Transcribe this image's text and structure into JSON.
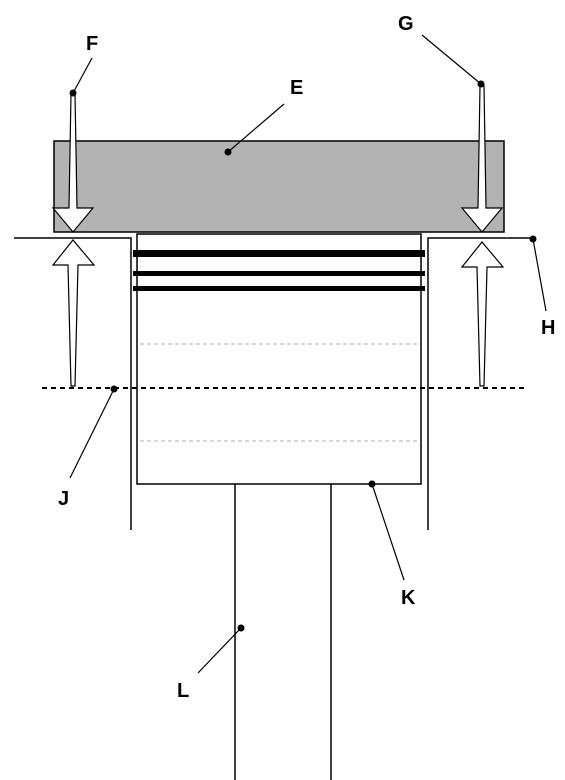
{
  "labels": {
    "E": "E",
    "F": "F",
    "G": "G",
    "H": "H",
    "J": "J",
    "K": "K",
    "L": "L"
  },
  "colors": {
    "stroke": "#000000",
    "head_fill": "#b3b3b3",
    "ring": "#000000",
    "guide": "#b0b0b0",
    "arrow_fill": "#ffffff"
  }
}
